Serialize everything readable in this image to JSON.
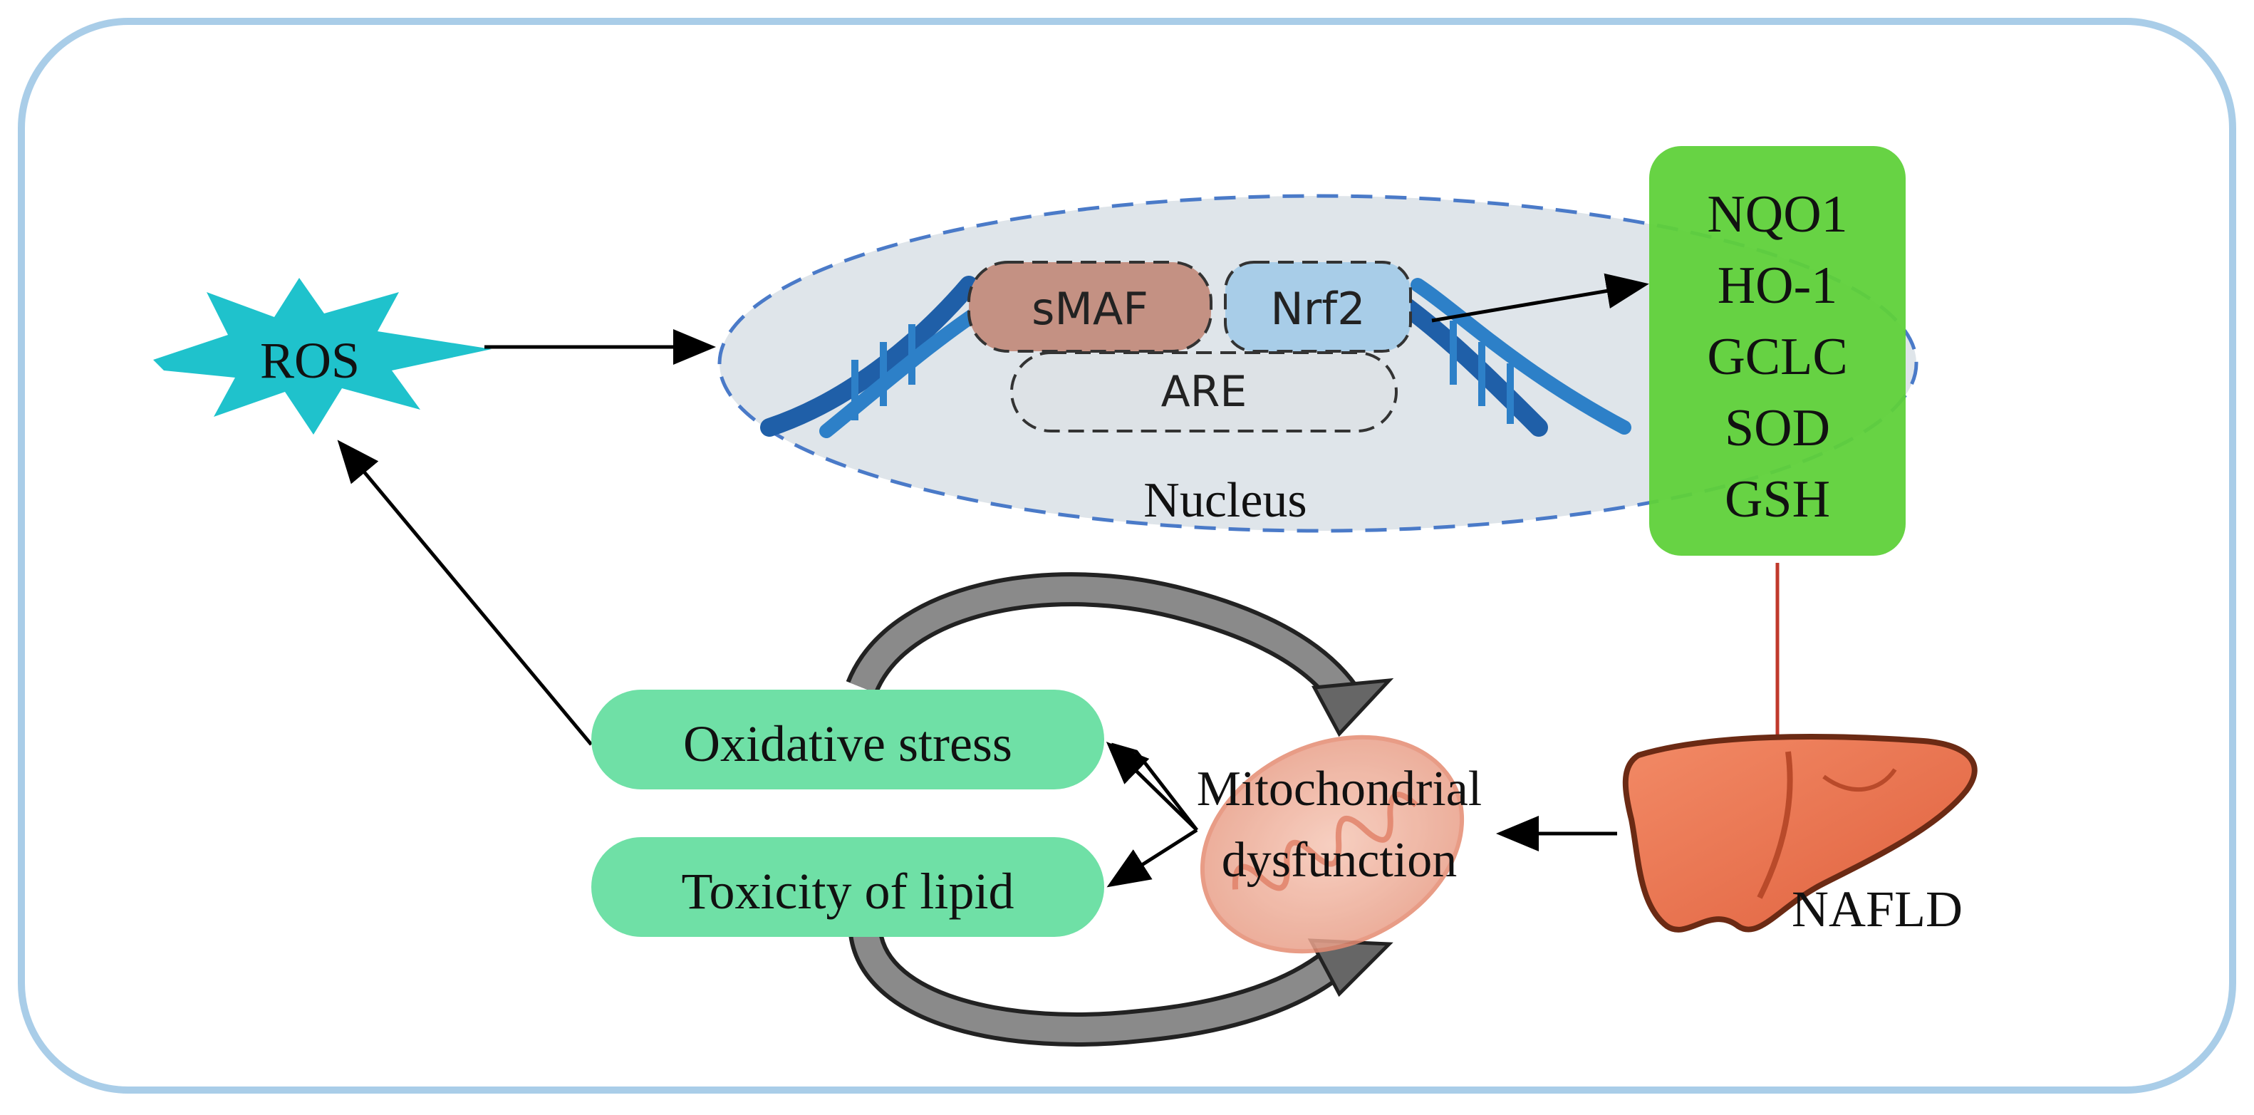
{
  "ros": {
    "label": "ROS",
    "color": "#1fc2cc"
  },
  "nucleus": {
    "label": "Nucleus",
    "smaf": "sMAF",
    "nrf2": "Nrf2",
    "are": "ARE"
  },
  "genes": {
    "items": [
      "NQO1",
      "HO-1",
      "GCLC",
      "SOD",
      "GSH"
    ],
    "color": "#5fd13a"
  },
  "effects": {
    "oxidative_stress": "Oxidative stress",
    "lipid_toxicity": "Toxicity of lipid",
    "color": "#6fe0a6"
  },
  "mito": {
    "line1": "Mitochondrial",
    "line2": "dysfunction"
  },
  "nafld": {
    "label": "NAFLD"
  },
  "colors": {
    "frame": "#a9cde8",
    "dna": "#1f5fa8",
    "inhibit": "#c0392b"
  }
}
